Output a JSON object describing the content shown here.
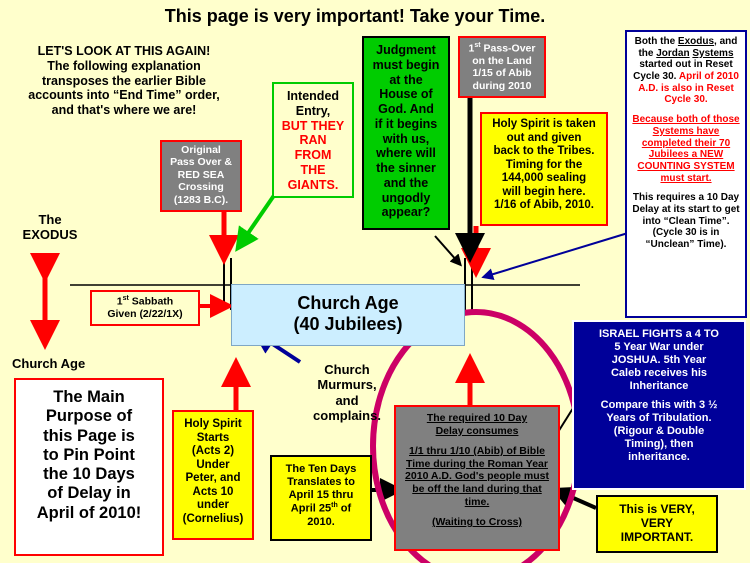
{
  "header": {
    "title": "This page is very important!  Take your Time."
  },
  "intro": {
    "lines": [
      "LET'S LOOK AT THIS AGAIN!",
      "The following explanation",
      "transposes  the earlier Bible",
      "accounts into “End Time” order,",
      "and that's where we are!"
    ]
  },
  "original_passover": {
    "lines": [
      "Original",
      "Pass Over &",
      "RED SEA",
      "Crossing",
      "(1283 B.C)."
    ]
  },
  "intended_entry": {
    "line1": "Intended",
    "line2": "Entry,",
    "red_lines": [
      "BUT THEY",
      "RAN",
      "FROM",
      "THE",
      "GIANTS."
    ]
  },
  "judgment": {
    "lines": [
      "Judgment",
      "must begin",
      "at the",
      "House of",
      "God.  And",
      "if it begins",
      "with us,",
      "where will",
      "the sinner",
      "and the",
      "ungodly",
      "appear?"
    ]
  },
  "first_passover": {
    "sup_prefix": "1",
    "sup": "st",
    "rest": " Pass-Over",
    "lines": [
      "on the Land",
      "1/15 of Abib",
      "during 2010"
    ]
  },
  "holy_spirit_taken": {
    "lines": [
      "Holy Spirit is taken",
      "out and given",
      "back to the Tribes.",
      "Timing for the",
      "144,000 sealing",
      "will begin here.",
      "1/16 of Abib,  2010."
    ]
  },
  "exodus_jordan": {
    "black1": "Both the ",
    "u1": "Exodus",
    "black2": ", and the ",
    "u2": "Jordan",
    "black3": " ",
    "u3": "Systems",
    "black4": "  started out in Reset Cycle 30.  ",
    "red1": "April of 2010 A.D. is also in Reset Cycle 30.",
    "red2": "Because both of those Systems have completed their 70 Jubilees a NEW COUNTING SYSTEM must start.",
    "black5": "This requires a 10 Day Delay at its start to get into “Clean Time”. (Cycle 30 is in “Unclean” Time)."
  },
  "timeline": {
    "exodus_label_1": "The",
    "exodus_label_2": "EXODUS",
    "church_age_label": "Church Age"
  },
  "sabbath": {
    "sup_prefix": "1",
    "sup": "st",
    "rest": " Sabbath",
    "line2": "Given (2/22/1X)"
  },
  "church_age_box": {
    "line1": "Church Age",
    "line2": "(40 Jubilees)"
  },
  "murmurs": {
    "lines": [
      "Church",
      "Murmurs,",
      "and",
      "complains."
    ]
  },
  "israel": {
    "lines": [
      "ISRAEL FIGHTS a 4 TO",
      "5  Year War under",
      "JOSHUA.  5th Year",
      "Caleb receives his",
      "Inheritance"
    ],
    "lines2": [
      "Compare this with 3 ½",
      "Years of Tribulation.",
      "(Rigour & Double",
      "Timing), then",
      "inheritance."
    ]
  },
  "main_purpose": {
    "lines": [
      "The Main",
      "Purpose of",
      "this Page is",
      "to Pin Point",
      "the 10 Days",
      "of Delay in",
      "April of 2010!"
    ]
  },
  "holy_spirit_starts": {
    "lines": [
      "Holy Spirit",
      "Starts",
      "(Acts 2)",
      "Under",
      "Peter, and",
      "Acts 10",
      "under",
      "(Cornelius)"
    ]
  },
  "ten_days": {
    "lines": [
      "The Ten Days",
      "Translates to",
      "April 15 thru",
      "April 25"
    ],
    "sup": "th",
    "rest": "  of",
    "last": "2010."
  },
  "delay": {
    "title1": "The required 10 Day",
    "title2": "Delay   consumes",
    "body": "1/1 thru 1/10 (Abib) of Bible Time during  the Roman Year 2010 A.D. God's people must be off the land during that time.",
    "footer": "(Waiting to Cross)"
  },
  "very_important": {
    "lines": [
      "This is VERY,",
      "VERY",
      "IMPORTANT."
    ]
  },
  "colors": {
    "background": "#ffffcc",
    "red": "#ff0000",
    "green": "#00cc00",
    "yellow": "#ffff00",
    "navy": "#000099",
    "church_box": "#cceeff",
    "gray": "#808080",
    "magenta": "#cc0066"
  }
}
